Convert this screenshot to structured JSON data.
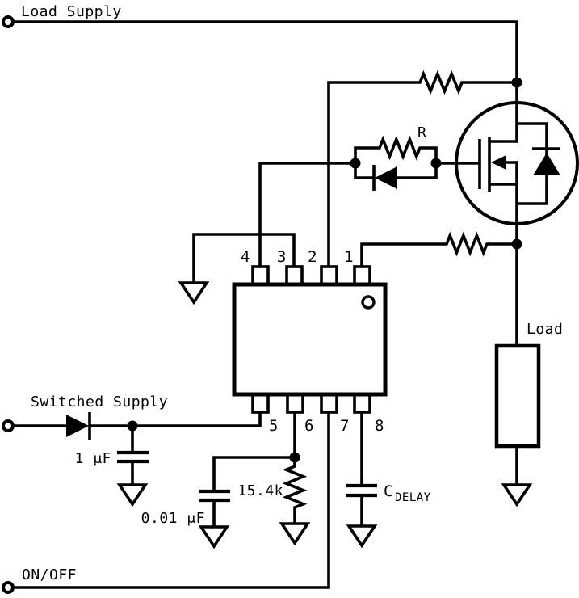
{
  "diagram": {
    "type": "circuit-schematic",
    "description": "Load switch application circuit: 8-pin IC driving a P-channel MOSFET with body diode, gate R-diode network, load and delay capacitor"
  },
  "labels": {
    "load_supply": "Load Supply",
    "switched_supply": "Switched Supply",
    "on_off": "ON/OFF",
    "load": "Load",
    "gate_resistor": "R",
    "input_cap": "1 μF",
    "filter_cap": "0.01 μF",
    "set_resistor": "15.4k",
    "delay_cap_main": "C",
    "delay_cap_sub": "DELAY"
  },
  "ic": {
    "top_pins": [
      "4",
      "3",
      "2",
      "1"
    ],
    "bottom_pins": [
      "5",
      "6",
      "7",
      "8"
    ]
  },
  "colors": {
    "line": "#000000",
    "background": "#ffffff"
  }
}
